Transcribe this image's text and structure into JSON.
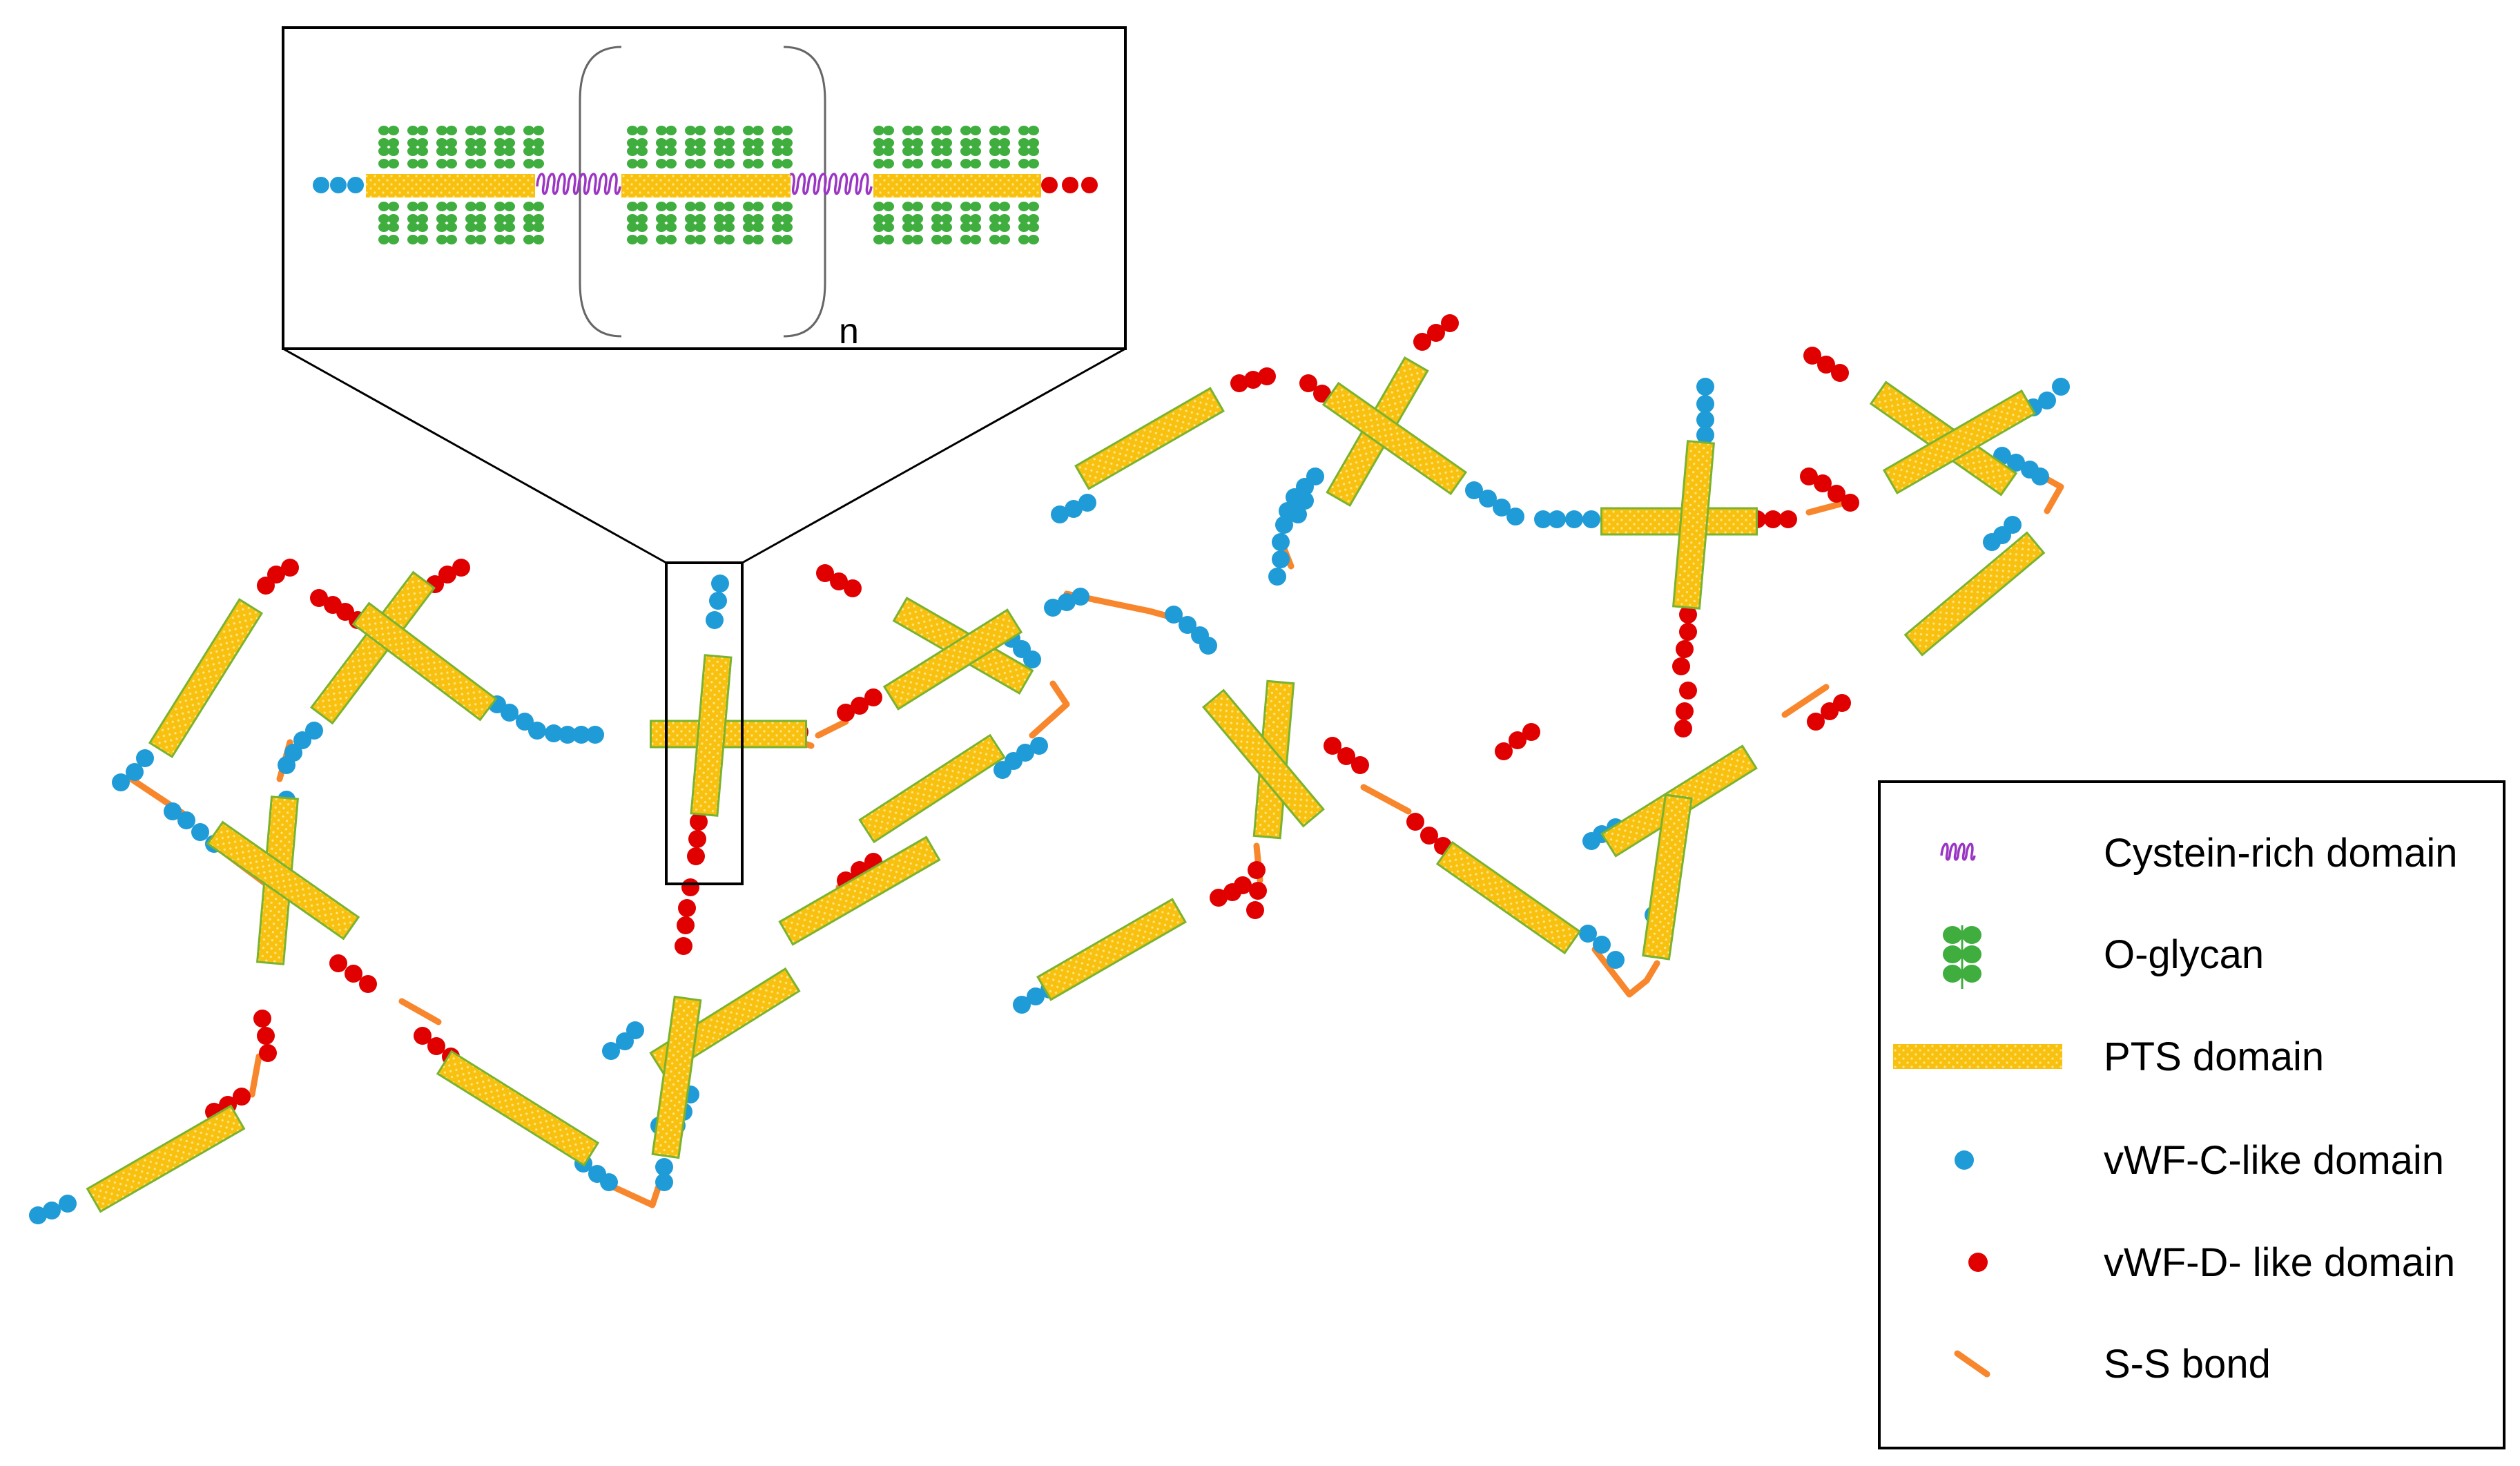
{
  "colors": {
    "vwf_c": "#1f9bd7",
    "vwf_d": "#e00000",
    "pts_fill": "#f9c10f",
    "pts_border": "#7ab32f",
    "oglycan": "#3fae3f",
    "cysteine": "#9b36c4",
    "ss_bond": "#f7862c",
    "frame": "#000000"
  },
  "inset": {
    "repeat_label": "n"
  },
  "legend": {
    "items": [
      {
        "icon": "cysteine-rich-icon",
        "label": "Cystein-rich domain"
      },
      {
        "icon": "o-glycan-icon",
        "label": "O-glycan"
      },
      {
        "icon": "pts-domain-icon",
        "label": "PTS domain"
      },
      {
        "icon": "vwf-c-icon",
        "label": "vWF-C-like domain"
      },
      {
        "icon": "vwf-d-icon",
        "label": "vWF-D- like domain"
      },
      {
        "icon": "ss-bond-icon",
        "label": "S-S bond"
      }
    ]
  }
}
